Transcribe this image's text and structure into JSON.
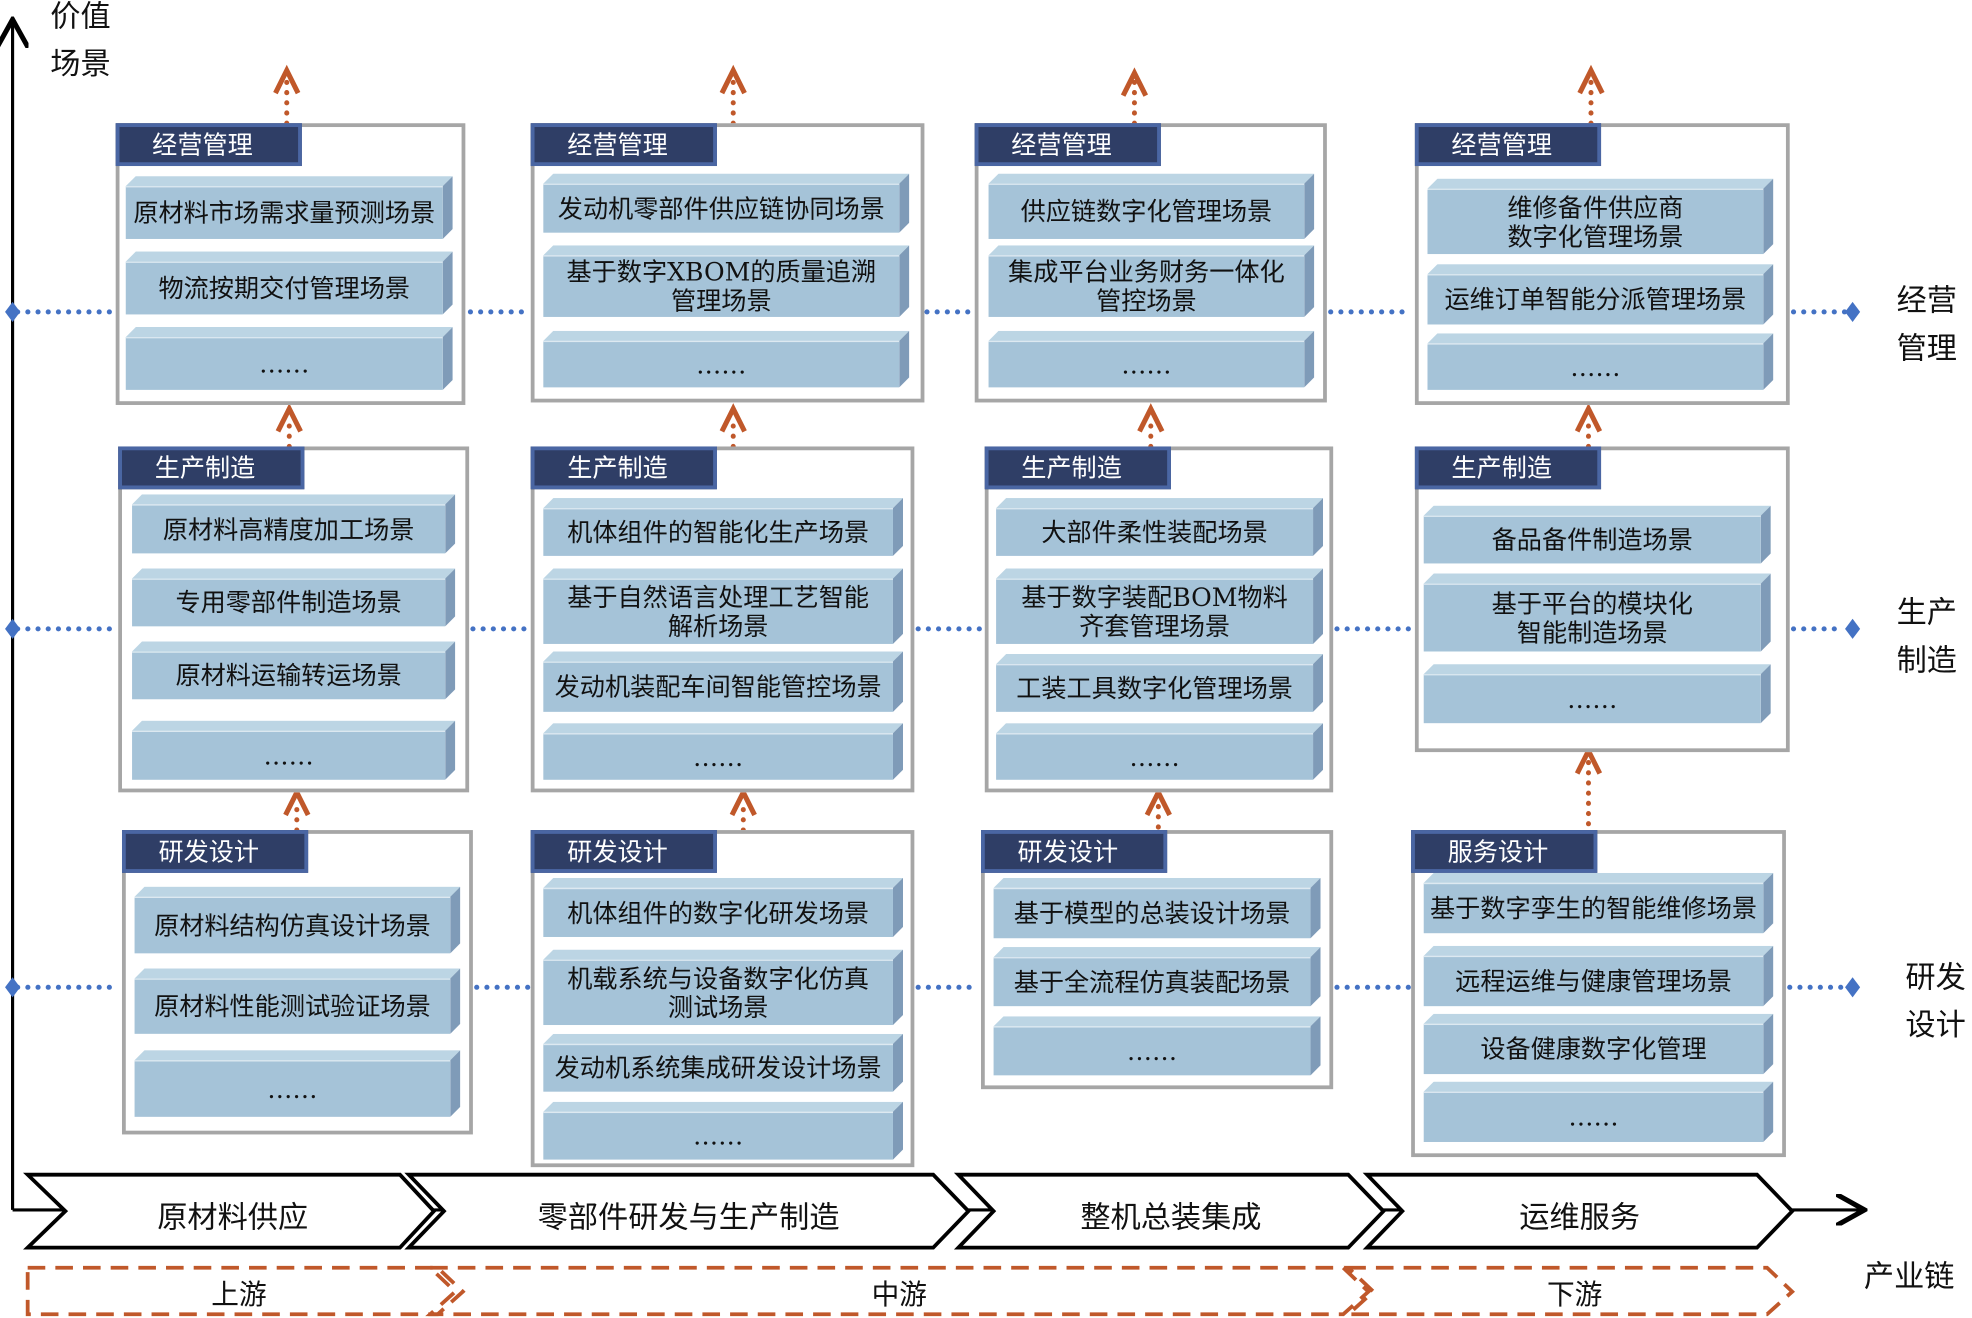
{
  "axis": {
    "y_label": "价值\n场景",
    "x_label": "产业链"
  },
  "row_labels": {
    "management": "经营\n管理",
    "production": "生产\n制造",
    "rnd": "研发\n设计"
  },
  "columns": [
    {
      "groups": [
        {
          "title": "经营管理",
          "items": [
            "原材料市场需求量预测场景",
            "物流按期交付管理场景",
            "……"
          ]
        },
        {
          "title": "生产制造",
          "items": [
            "原材料高精度加工场景",
            "专用零部件制造场景",
            "原材料运输转运场景",
            "……"
          ]
        },
        {
          "title": "研发设计",
          "items": [
            "原材料结构仿真设计场景",
            "原材料性能测试验证场景",
            "……"
          ]
        }
      ]
    },
    {
      "groups": [
        {
          "title": "经营管理",
          "items": [
            "发动机零部件供应链协同场景",
            "基于数字XBOM的质量追溯\n管理场景",
            "……"
          ]
        },
        {
          "title": "生产制造",
          "items": [
            "机体组件的智能化生产场景",
            "基于自然语言处理工艺智能\n解析场景",
            "发动机装配车间智能管控场景",
            "……"
          ]
        },
        {
          "title": "研发设计",
          "items": [
            "机体组件的数字化研发场景",
            "机载系统与设备数字化仿真\n测试场景",
            "发动机系统集成研发设计场景",
            "……"
          ]
        }
      ]
    },
    {
      "groups": [
        {
          "title": "经营管理",
          "items": [
            "供应链数字化管理场景",
            "集成平台业务财务一体化\n管控场景",
            "……"
          ]
        },
        {
          "title": "生产制造",
          "items": [
            "大部件柔性装配场景",
            "基于数字装配BOM物料\n齐套管理场景",
            "工装工具数字化管理场景",
            "……"
          ]
        },
        {
          "title": "研发设计",
          "items": [
            "基于模型的总装设计场景",
            "基于全流程仿真装配场景",
            "……"
          ]
        }
      ]
    },
    {
      "groups": [
        {
          "title": "经营管理",
          "items": [
            "维修备件供应商\n数字化管理场景",
            "运维订单智能分派管理场景",
            "……"
          ]
        },
        {
          "title": "生产制造",
          "items": [
            "备品备件制造场景",
            "基于平台的模块化\n智能制造场景",
            "……"
          ]
        },
        {
          "title": "服务设计",
          "items": [
            "基于数字孪生的智能维修场景",
            "远程运维与健康管理场景",
            "设备健康数字化管理",
            "……"
          ]
        }
      ]
    }
  ],
  "chain": {
    "stages": [
      "原材料供应",
      "零部件研发与生产制造",
      "整机总装集成",
      "运维服务"
    ],
    "segments": [
      "上游",
      "中游",
      "下游"
    ]
  },
  "colors": {
    "tab": "#2f3e66",
    "item": "#a5c3d8",
    "arrow": "#c0582a",
    "dots": "#4472c4"
  }
}
